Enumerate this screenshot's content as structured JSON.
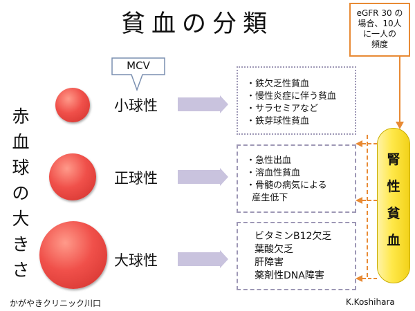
{
  "title": "貧血の分類",
  "note": {
    "lines": [
      "eGFR 30 の",
      "場合、10人",
      "に一人の",
      "頻度"
    ]
  },
  "mcv": {
    "label": "MCV"
  },
  "axis_label": {
    "chars": [
      "赤",
      "血",
      "球",
      "の",
      "大",
      "き",
      "さ"
    ]
  },
  "categories": [
    {
      "label": "小球性",
      "items": [
        "・鉄欠乏性貧血",
        "・慢性炎症に伴う貧血",
        "・サラセミアなど",
        "・鉄芽球性貧血"
      ]
    },
    {
      "label": "正球性",
      "items": [
        "・急性出血",
        "・溶血性貧血",
        "・骨髄の病気による",
        "  産生低下"
      ]
    },
    {
      "label": "大球性",
      "items": [
        "ビタミンB12欠乏",
        "葉酸欠乏",
        "肝障害",
        "薬剤性DNA障害"
      ]
    }
  ],
  "renal": {
    "chars": [
      "腎",
      "性",
      "貧",
      "血"
    ]
  },
  "footer": {
    "left": "かがやきクリニック川口",
    "right": "K.Koshihara"
  },
  "colors": {
    "cell_red": "#e8463f",
    "arrow_lavender": "#c9c3de",
    "box_border": "#9d97b5",
    "note_orange": "#e88a34",
    "renal_yellow": "#ffe84a"
  }
}
